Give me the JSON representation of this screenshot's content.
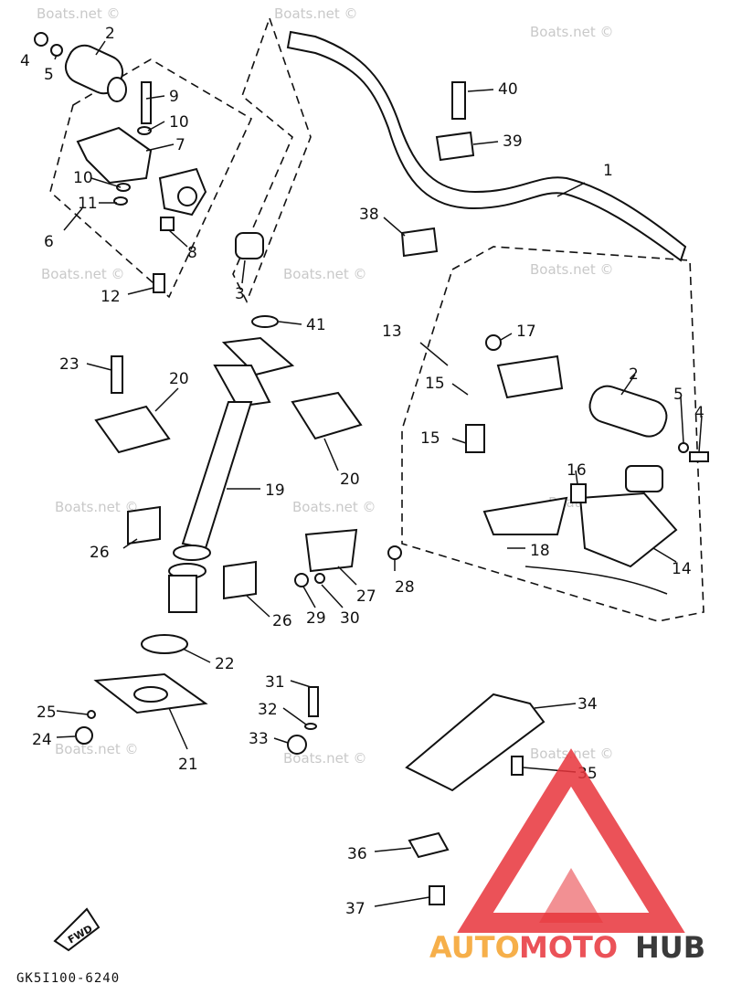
{
  "diagram_code": "GK5I100-6240",
  "fwd_label": "FWD",
  "watermark_text": "Boats.net ©",
  "logo": {
    "auto": "AUTO",
    "moto": "MOTO",
    "hub": "HUB"
  },
  "callouts": {
    "c1": "1",
    "c2a": "2",
    "c2b": "2",
    "c3": "3",
    "c4a": "4",
    "c4b": "4",
    "c5a": "5",
    "c5b": "5",
    "c6": "6",
    "c7": "7",
    "c8": "8",
    "c9": "9",
    "c10a": "10",
    "c10b": "10",
    "c11": "11",
    "c12": "12",
    "c13": "13",
    "c14": "14",
    "c15a": "15",
    "c15b": "15",
    "c16": "16",
    "c17": "17",
    "c18": "18",
    "c19": "19",
    "c20a": "20",
    "c20b": "20",
    "c21": "21",
    "c22": "22",
    "c23": "23",
    "c24": "24",
    "c25": "25",
    "c26a": "26",
    "c26b": "26",
    "c27": "27",
    "c28": "28",
    "c29": "29",
    "c30": "30",
    "c31": "31",
    "c32": "32",
    "c33": "33",
    "c34": "34",
    "c35": "35",
    "c36": "36",
    "c37": "37",
    "c38": "38",
    "c39": "39",
    "c40": "40",
    "c41": "41"
  },
  "colors": {
    "line": "#111111",
    "watermark": "#c9c9c9",
    "logo_red": "#e8343b",
    "logo_orange": "#f5a12a",
    "logo_dark": "#3a3a3a"
  }
}
